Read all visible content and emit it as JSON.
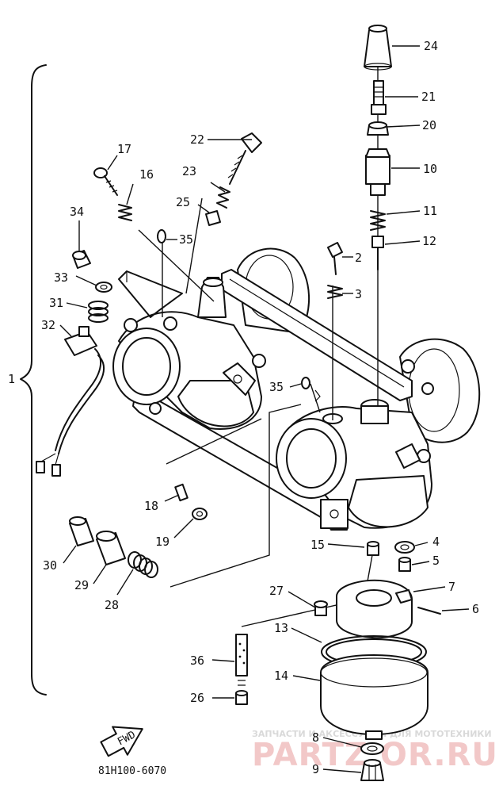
{
  "diagram": {
    "drawing_code": "81H100-6070",
    "fwd_label": "FWD",
    "assembly_label": "1",
    "callouts": [
      "24",
      "21",
      "20",
      "10",
      "11",
      "12",
      "22",
      "23",
      "25",
      "17",
      "16",
      "34",
      "35",
      "33",
      "31",
      "32",
      "2",
      "3",
      "35",
      "18",
      "19",
      "30",
      "29",
      "28",
      "15",
      "4",
      "5",
      "7",
      "6",
      "27",
      "13",
      "36",
      "14",
      "26",
      "8",
      "9"
    ]
  },
  "watermark": {
    "tagline": "ЗАПЧАСТИ И АКСЕССУАРЫ ДЛЯ МОТОТЕХНИКИ",
    "brand": "PARTZ OR.RU"
  }
}
